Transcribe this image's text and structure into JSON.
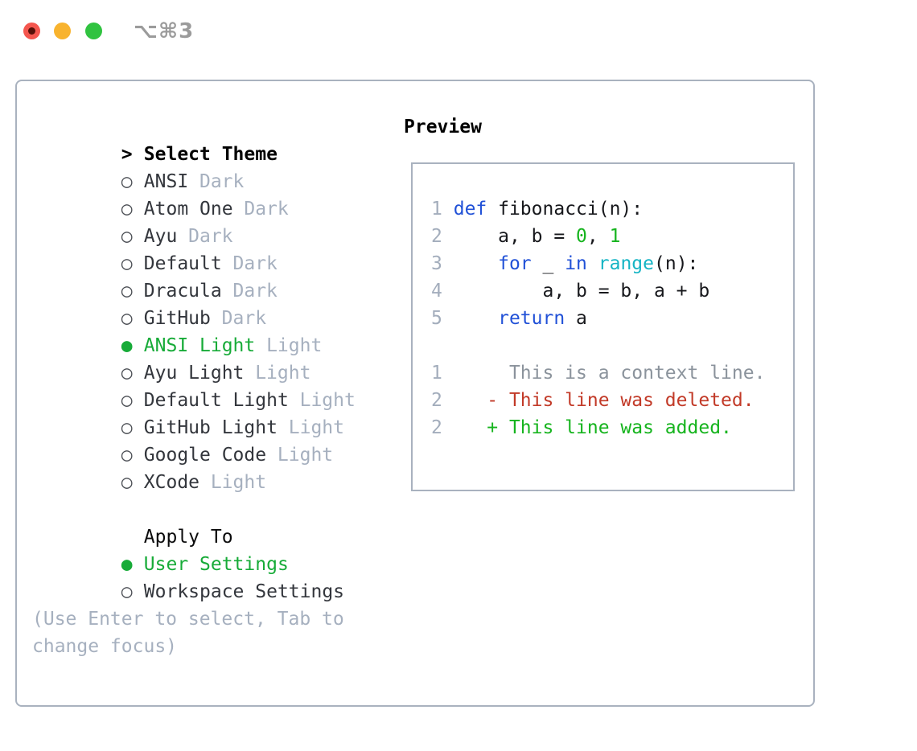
{
  "window": {
    "title_shortcut": "⌥⌘3"
  },
  "colors": {
    "traffic-red": "#f4564e",
    "traffic-red-dot": "#571008",
    "traffic-yellow": "#f8b32e",
    "traffic-green": "#30c340",
    "title-gray": "#9b9b9b",
    "border-gray": "#a9b2bf",
    "text-dark": "#33363c",
    "muted-gray": "#a6b0bf",
    "marker-gray": "#4c4f55",
    "select-green": "#17ab38",
    "code-text": "#17181c",
    "linenum-gray": "#a3adbc",
    "kw-blue": "#2151d7",
    "fn-cyan": "#14b4c4",
    "lit-green": "#16b41e",
    "ctx-gray": "#8b939c",
    "del-red": "#c23a28",
    "add-green": "#16b41e"
  },
  "theme_selector": {
    "prompt": ">",
    "title": "Select Theme",
    "items": [
      {
        "marker": "○",
        "name": "ANSI",
        "variant": "Dark",
        "selected": false
      },
      {
        "marker": "○",
        "name": "Atom One",
        "variant": "Dark",
        "selected": false
      },
      {
        "marker": "○",
        "name": "Ayu",
        "variant": "Dark",
        "selected": false
      },
      {
        "marker": "○",
        "name": "Default",
        "variant": "Dark",
        "selected": false
      },
      {
        "marker": "○",
        "name": "Dracula",
        "variant": "Dark",
        "selected": false
      },
      {
        "marker": "○",
        "name": "GitHub",
        "variant": "Dark",
        "selected": false
      },
      {
        "marker": "●",
        "name": "ANSI Light",
        "variant": "Light",
        "selected": true
      },
      {
        "marker": "○",
        "name": "Ayu Light",
        "variant": "Light",
        "selected": false
      },
      {
        "marker": "○",
        "name": "Default Light",
        "variant": "Light",
        "selected": false
      },
      {
        "marker": "○",
        "name": "GitHub Light",
        "variant": "Light",
        "selected": false
      },
      {
        "marker": "○",
        "name": "Google Code",
        "variant": "Light",
        "selected": false
      },
      {
        "marker": "○",
        "name": "XCode",
        "variant": "Light",
        "selected": false
      }
    ]
  },
  "apply_to": {
    "title": "Apply To",
    "options": [
      {
        "marker": "●",
        "label": "User Settings",
        "selected": true
      },
      {
        "marker": "○",
        "label": "Workspace Settings",
        "selected": false
      }
    ]
  },
  "hint": {
    "line1": "(Use Enter to select, Tab to",
    "line2": "change focus)"
  },
  "preview": {
    "title": "Preview",
    "lines": [
      {
        "num": "1",
        "segments": [
          {
            "t": " ",
            "c": "d"
          },
          {
            "t": "def",
            "c": "kw"
          },
          {
            "t": " fibonacci(n):",
            "c": "d"
          }
        ]
      },
      {
        "num": "2",
        "segments": [
          {
            "t": "     a, b = ",
            "c": "d"
          },
          {
            "t": "0",
            "c": "lit"
          },
          {
            "t": ", ",
            "c": "d"
          },
          {
            "t": "1",
            "c": "lit"
          }
        ]
      },
      {
        "num": "3",
        "segments": [
          {
            "t": "     ",
            "c": "d"
          },
          {
            "t": "for",
            "c": "kw"
          },
          {
            "t": " _ ",
            "c": "d"
          },
          {
            "t": "in",
            "c": "kw"
          },
          {
            "t": " ",
            "c": "d"
          },
          {
            "t": "range",
            "c": "fn"
          },
          {
            "t": "(n):",
            "c": "d"
          }
        ]
      },
      {
        "num": "4",
        "segments": [
          {
            "t": "         a, b = b, a + b",
            "c": "d"
          }
        ]
      },
      {
        "num": "5",
        "segments": [
          {
            "t": "     ",
            "c": "d"
          },
          {
            "t": "return",
            "c": "kw"
          },
          {
            "t": " a",
            "c": "d"
          }
        ]
      },
      {
        "num": "",
        "segments": []
      },
      {
        "num": "1",
        "segments": [
          {
            "t": "      This is a context line.",
            "c": "ctx"
          }
        ]
      },
      {
        "num": "2",
        "segments": [
          {
            "t": "    - This line was deleted.",
            "c": "del"
          }
        ]
      },
      {
        "num": "2",
        "segments": [
          {
            "t": "    + This line was added.",
            "c": "add"
          }
        ]
      }
    ]
  }
}
